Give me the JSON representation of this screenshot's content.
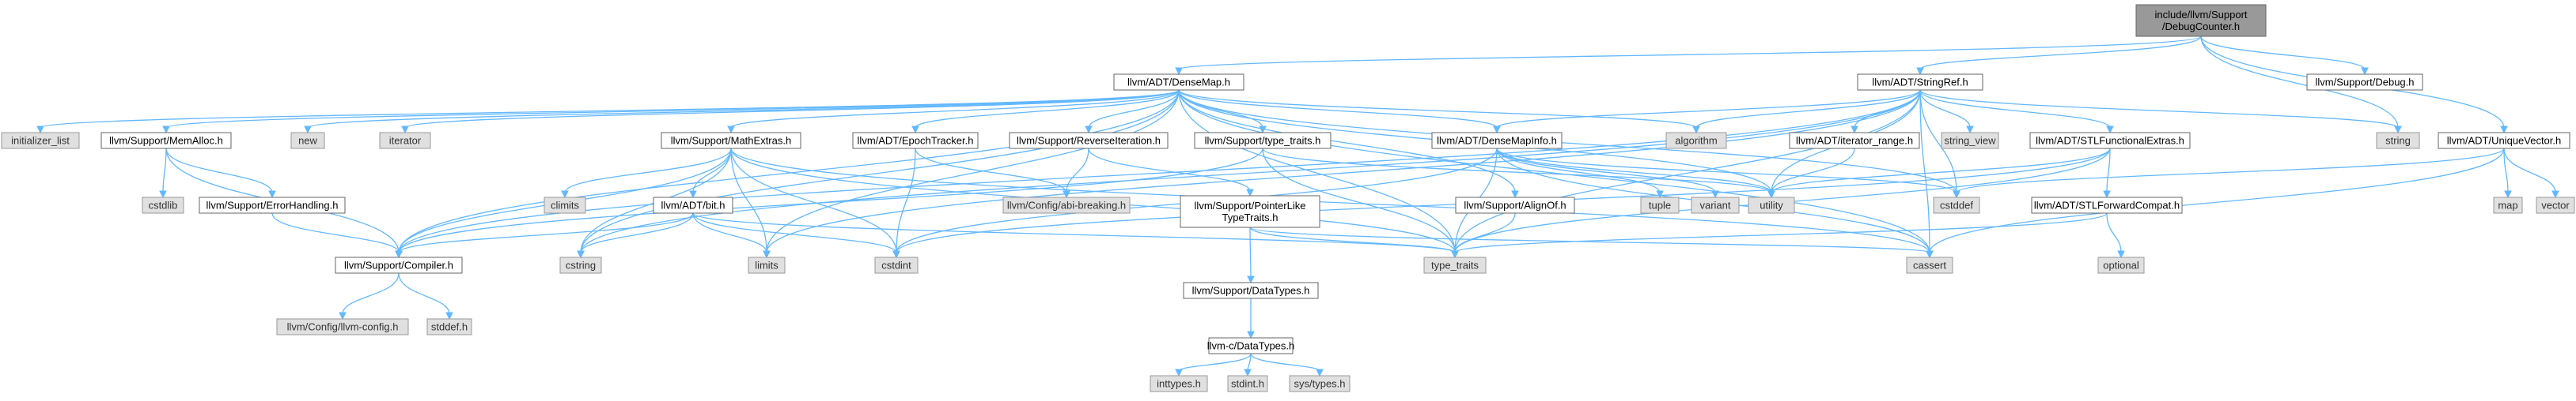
{
  "colors": {
    "edge": "#63b8ff",
    "root_fill": "#999999",
    "local_fill": "#ffffff",
    "system_fill": "#e0e0e0",
    "border": "#666666"
  },
  "nodes": [
    {
      "id": "root",
      "label": [
        "include/llvm/Support",
        "/DebugCounter.h"
      ],
      "kind": "root"
    },
    {
      "id": "densemap",
      "label": [
        "llvm/ADT/DenseMap.h"
      ],
      "kind": "local"
    },
    {
      "id": "stringref",
      "label": [
        "llvm/ADT/StringRef.h"
      ],
      "kind": "local"
    },
    {
      "id": "debug",
      "label": [
        "llvm/Support/Debug.h"
      ],
      "kind": "local"
    },
    {
      "id": "uniquevector",
      "label": [
        "llvm/ADT/UniqueVector.h"
      ],
      "kind": "local"
    },
    {
      "id": "initializer_list",
      "label": [
        "initializer_list"
      ],
      "kind": "system"
    },
    {
      "id": "memalloc",
      "label": [
        "llvm/Support/MemAlloc.h"
      ],
      "kind": "local"
    },
    {
      "id": "new",
      "label": [
        "new"
      ],
      "kind": "system"
    },
    {
      "id": "iterator",
      "label": [
        "iterator"
      ],
      "kind": "system"
    },
    {
      "id": "mathextras",
      "label": [
        "llvm/Support/MathExtras.h"
      ],
      "kind": "local"
    },
    {
      "id": "epochtracker",
      "label": [
        "llvm/ADT/EpochTracker.h"
      ],
      "kind": "local"
    },
    {
      "id": "reverseiteration",
      "label": [
        "llvm/Support/ReverseIteration.h"
      ],
      "kind": "local"
    },
    {
      "id": "typetraits_h",
      "label": [
        "llvm/Support/type_traits.h"
      ],
      "kind": "local"
    },
    {
      "id": "densemapinfo",
      "label": [
        "llvm/ADT/DenseMapInfo.h"
      ],
      "kind": "local"
    },
    {
      "id": "algorithm",
      "label": [
        "algorithm"
      ],
      "kind": "system"
    },
    {
      "id": "iterator_range",
      "label": [
        "llvm/ADT/iterator_range.h"
      ],
      "kind": "local"
    },
    {
      "id": "string_view",
      "label": [
        "string_view"
      ],
      "kind": "system"
    },
    {
      "id": "stlfunctional",
      "label": [
        "llvm/ADT/STLFunctionalExtras.h"
      ],
      "kind": "local"
    },
    {
      "id": "string",
      "label": [
        "string"
      ],
      "kind": "system"
    },
    {
      "id": "cstdlib",
      "label": [
        "cstdlib"
      ],
      "kind": "system"
    },
    {
      "id": "errorhandling",
      "label": [
        "llvm/Support/ErrorHandling.h"
      ],
      "kind": "local"
    },
    {
      "id": "climits",
      "label": [
        "climits"
      ],
      "kind": "system"
    },
    {
      "id": "bit",
      "label": [
        "llvm/ADT/bit.h"
      ],
      "kind": "local"
    },
    {
      "id": "abibreaking",
      "label": [
        "llvm/Config/abi-breaking.h"
      ],
      "kind": "system"
    },
    {
      "id": "pointerlike",
      "label": [
        "llvm/Support/PointerLike",
        "TypeTraits.h"
      ],
      "kind": "local"
    },
    {
      "id": "tuple",
      "label": [
        "tuple"
      ],
      "kind": "system"
    },
    {
      "id": "variant",
      "label": [
        "variant"
      ],
      "kind": "system"
    },
    {
      "id": "alignof",
      "label": [
        "llvm/Support/AlignOf.h"
      ],
      "kind": "local"
    },
    {
      "id": "utility",
      "label": [
        "utility"
      ],
      "kind": "system"
    },
    {
      "id": "cstddef",
      "label": [
        "cstddef"
      ],
      "kind": "system"
    },
    {
      "id": "stlforward",
      "label": [
        "llvm/ADT/STLForwardCompat.h"
      ],
      "kind": "local"
    },
    {
      "id": "map",
      "label": [
        "map"
      ],
      "kind": "system"
    },
    {
      "id": "vector",
      "label": [
        "vector"
      ],
      "kind": "system"
    },
    {
      "id": "compiler",
      "label": [
        "llvm/Support/Compiler.h"
      ],
      "kind": "local"
    },
    {
      "id": "cstring",
      "label": [
        "cstring"
      ],
      "kind": "system"
    },
    {
      "id": "limits",
      "label": [
        "limits"
      ],
      "kind": "system"
    },
    {
      "id": "cstdint",
      "label": [
        "cstdint"
      ],
      "kind": "system"
    },
    {
      "id": "type_traits",
      "label": [
        "type_traits"
      ],
      "kind": "system"
    },
    {
      "id": "cassert",
      "label": [
        "cassert"
      ],
      "kind": "system"
    },
    {
      "id": "optional",
      "label": [
        "optional"
      ],
      "kind": "system"
    },
    {
      "id": "datatypes_support",
      "label": [
        "llvm/Support/DataTypes.h"
      ],
      "kind": "local"
    },
    {
      "id": "llvmconfig",
      "label": [
        "llvm/Config/llvm-config.h"
      ],
      "kind": "system"
    },
    {
      "id": "stddef",
      "label": [
        "stddef.h"
      ],
      "kind": "system"
    },
    {
      "id": "datatypes_c",
      "label": [
        "llvm-c/DataTypes.h"
      ],
      "kind": "local"
    },
    {
      "id": "inttypes",
      "label": [
        "inttypes.h"
      ],
      "kind": "system"
    },
    {
      "id": "stdint",
      "label": [
        "stdint.h"
      ],
      "kind": "system"
    },
    {
      "id": "systypes",
      "label": [
        "sys/types.h"
      ],
      "kind": "system"
    }
  ],
  "edges": [
    [
      "root",
      "densemap"
    ],
    [
      "root",
      "stringref"
    ],
    [
      "root",
      "debug"
    ],
    [
      "root",
      "uniquevector"
    ],
    [
      "root",
      "string"
    ],
    [
      "densemap",
      "initializer_list"
    ],
    [
      "densemap",
      "memalloc"
    ],
    [
      "densemap",
      "new"
    ],
    [
      "densemap",
      "iterator"
    ],
    [
      "densemap",
      "mathextras"
    ],
    [
      "densemap",
      "epochtracker"
    ],
    [
      "densemap",
      "reverseiteration"
    ],
    [
      "densemap",
      "typetraits_h"
    ],
    [
      "densemap",
      "densemapinfo"
    ],
    [
      "densemap",
      "algorithm"
    ],
    [
      "densemap",
      "utility"
    ],
    [
      "densemap",
      "cstddef"
    ],
    [
      "densemap",
      "compiler"
    ],
    [
      "densemap",
      "cstring"
    ],
    [
      "densemap",
      "limits"
    ],
    [
      "densemap",
      "type_traits"
    ],
    [
      "densemap",
      "cassert"
    ],
    [
      "densemap",
      "alignof"
    ],
    [
      "stringref",
      "densemapinfo"
    ],
    [
      "stringref",
      "iterator_range"
    ],
    [
      "stringref",
      "string_view"
    ],
    [
      "stringref",
      "stlfunctional"
    ],
    [
      "stringref",
      "string"
    ],
    [
      "stringref",
      "algorithm"
    ],
    [
      "stringref",
      "utility"
    ],
    [
      "stringref",
      "cstddef"
    ],
    [
      "stringref",
      "compiler"
    ],
    [
      "stringref",
      "cstring"
    ],
    [
      "stringref",
      "limits"
    ],
    [
      "stringref",
      "type_traits"
    ],
    [
      "stringref",
      "cassert"
    ],
    [
      "uniquevector",
      "map"
    ],
    [
      "uniquevector",
      "vector"
    ],
    [
      "uniquevector",
      "cassert"
    ],
    [
      "uniquevector",
      "cstddef"
    ],
    [
      "memalloc",
      "cstdlib"
    ],
    [
      "memalloc",
      "errorhandling"
    ],
    [
      "memalloc",
      "compiler"
    ],
    [
      "errorhandling",
      "compiler"
    ],
    [
      "mathextras",
      "climits"
    ],
    [
      "mathextras",
      "bit"
    ],
    [
      "mathextras",
      "compiler"
    ],
    [
      "mathextras",
      "cstring"
    ],
    [
      "mathextras",
      "limits"
    ],
    [
      "mathextras",
      "cstdint"
    ],
    [
      "mathextras",
      "type_traits"
    ],
    [
      "mathextras",
      "cassert"
    ],
    [
      "bit",
      "compiler"
    ],
    [
      "bit",
      "cstring"
    ],
    [
      "bit",
      "limits"
    ],
    [
      "bit",
      "cstdint"
    ],
    [
      "bit",
      "type_traits"
    ],
    [
      "epochtracker",
      "abibreaking"
    ],
    [
      "epochtracker",
      "cstdint"
    ],
    [
      "reverseiteration",
      "abibreaking"
    ],
    [
      "reverseiteration",
      "pointerlike"
    ],
    [
      "typetraits_h",
      "type_traits"
    ],
    [
      "typetraits_h",
      "utility"
    ],
    [
      "typetraits_h",
      "compiler"
    ],
    [
      "pointerlike",
      "datatypes_support"
    ],
    [
      "pointerlike",
      "type_traits"
    ],
    [
      "pointerlike",
      "cassert"
    ],
    [
      "densemapinfo",
      "tuple"
    ],
    [
      "densemapinfo",
      "variant"
    ],
    [
      "densemapinfo",
      "utility"
    ],
    [
      "densemapinfo",
      "cassert"
    ],
    [
      "densemapinfo",
      "cstddef"
    ],
    [
      "densemapinfo",
      "cstdint"
    ],
    [
      "densemapinfo",
      "type_traits"
    ],
    [
      "alignof",
      "type_traits"
    ],
    [
      "iterator_range",
      "utility"
    ],
    [
      "stlfunctional",
      "stlforward"
    ],
    [
      "stlfunctional",
      "utility"
    ],
    [
      "stlfunctional",
      "type_traits"
    ],
    [
      "stlfunctional",
      "cstdint"
    ],
    [
      "stlforward",
      "optional"
    ],
    [
      "stlforward",
      "type_traits"
    ],
    [
      "compiler",
      "llvmconfig"
    ],
    [
      "compiler",
      "stddef"
    ],
    [
      "datatypes_support",
      "datatypes_c"
    ],
    [
      "datatypes_c",
      "inttypes"
    ],
    [
      "datatypes_c",
      "stdint"
    ],
    [
      "datatypes_c",
      "systypes"
    ]
  ]
}
